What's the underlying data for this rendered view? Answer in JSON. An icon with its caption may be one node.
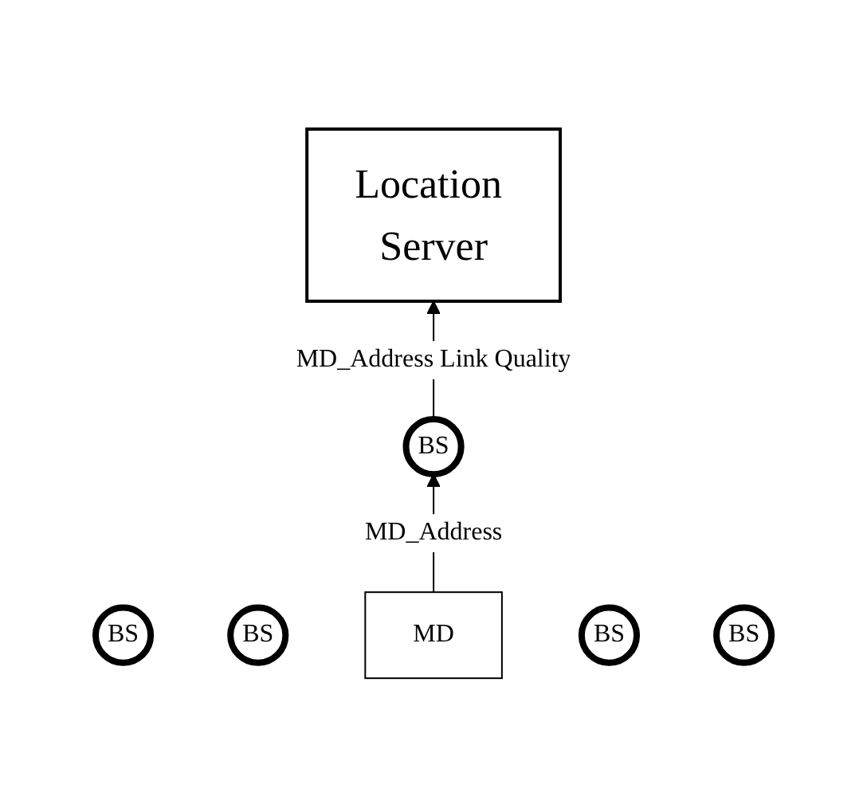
{
  "diagram": {
    "nodes": [
      {
        "text": [
          "Location Server"
        ]
      },
      {
        "text": [
          "BS"
        ]
      },
      {
        "text": [
          "BS"
        ]
      },
      {
        "text": [
          "BS"
        ]
      },
      {
        "text": [
          "MD"
        ]
      },
      {
        "text": [
          "BS"
        ]
      },
      {
        "text": [
          "BS"
        ]
      }
    ],
    "edges": [
      {
        "from": 4,
        "to": 3,
        "arrow": "to",
        "label": "MD_Address"
      },
      {
        "from": 3,
        "to": 0,
        "arrow": "to",
        "label": "MD_Address Link Quality"
      }
    ]
  }
}
